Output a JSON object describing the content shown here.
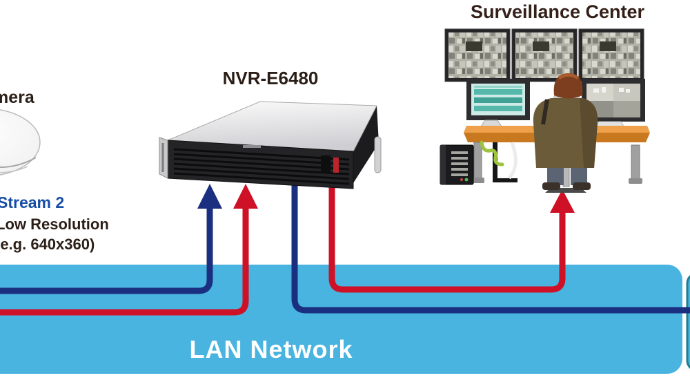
{
  "diagram": {
    "type": "network-topology",
    "labels": {
      "camera_fragment": "mera",
      "stream": "Stream 2",
      "resolution_line1": "Low Resolution",
      "resolution_line2": "(e.g. 640x360)",
      "nvr": "NVR-E6480",
      "surveillance_center": "Surveillance Center",
      "lan": "LAN Network"
    },
    "colors": {
      "lan_band": "#49B4E0",
      "flow_blue": "#1B2F80",
      "flow_red": "#CE1126",
      "label_dark": "#2B1E16",
      "stream_label_blue": "#164DA6",
      "lan_text": "#FFFFFF",
      "desk_orange": "#E8963E",
      "jacket_brown": "#6C5B39"
    },
    "flows": [
      {
        "id": "camera-stream-blue",
        "color": "#1B2F80",
        "from": "left-edge",
        "to": "nvr",
        "arrowhead": true
      },
      {
        "id": "camera-stream-red",
        "color": "#CE1126",
        "from": "left-edge",
        "to": "nvr",
        "arrowhead": true
      },
      {
        "id": "nvr-playback-red",
        "color": "#CE1126",
        "from": "nvr",
        "to": "surveillance-center",
        "arrowhead": true
      },
      {
        "id": "nvr-stream-blue",
        "color": "#1B2F80",
        "from": "nvr",
        "to": "right-edge",
        "arrowhead": false
      }
    ],
    "artwork": {
      "camera": "dome-ip-camera (cropped at left edge)",
      "nvr": "2U rack-mount recorder, dark front panel, silver top",
      "surveillance_center": "video wall of 3 monitors, operator at desk, pc tower",
      "lan_band": "rounded light-blue band across bottom",
      "adjacent_band": "edge of second band at right margin"
    }
  }
}
